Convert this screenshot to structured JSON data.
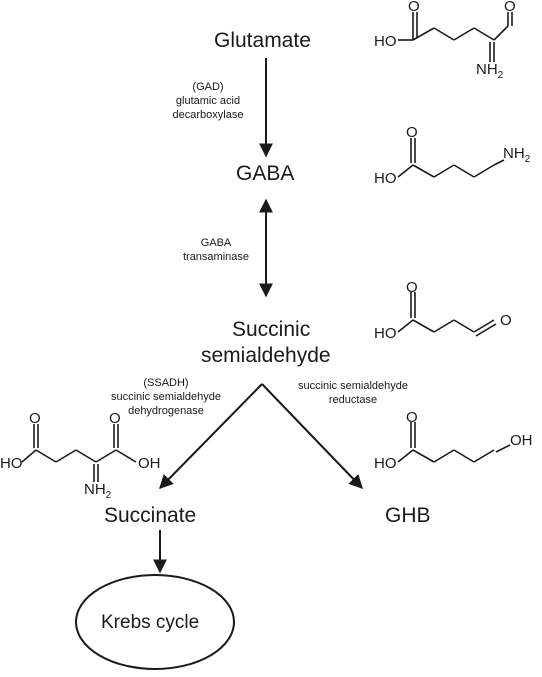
{
  "compounds": {
    "glutamate": "Glutamate",
    "gaba": "GABA",
    "ssa_line1": "Succinic",
    "ssa_line2": "semialdehyde",
    "succinate": "Succinate",
    "ghb": "GHB",
    "krebs": "Krebs cycle"
  },
  "enzymes": {
    "gad": [
      "(GAD)",
      "glutamic acid",
      "decarboxylase"
    ],
    "gaba_t": [
      "GABA",
      "transaminase"
    ],
    "ssadh": [
      "(SSADH)",
      "succinic semialdehyde",
      "dehydrogenase"
    ],
    "ssr": [
      "succinic semialdehyde",
      "reductase"
    ]
  },
  "atoms": {
    "ho": "HO",
    "oh": "OH",
    "nh2": "NH",
    "sub2": "2",
    "o": "O"
  },
  "colors": {
    "ink": "#1a1a1a"
  }
}
